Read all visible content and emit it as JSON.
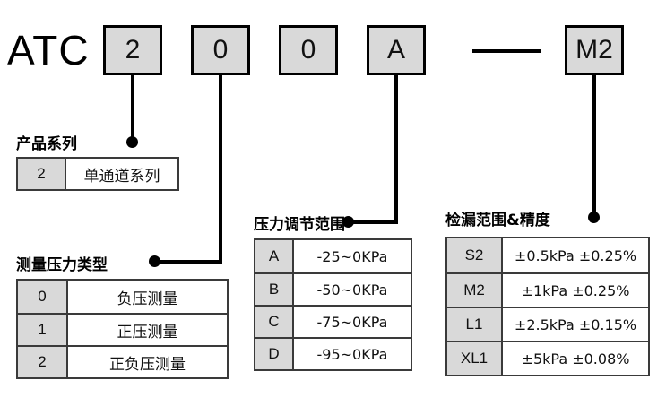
{
  "model": {
    "prefix": "ATC",
    "boxes": [
      {
        "value": "2"
      },
      {
        "value": "0"
      },
      {
        "value": "0"
      },
      {
        "value": "A"
      },
      {
        "value": "M2"
      }
    ],
    "separator": "—"
  },
  "groups": [
    {
      "id": "series",
      "heading": "产品系列",
      "rows": [
        {
          "code": "2",
          "desc": "单通道系列"
        }
      ]
    },
    {
      "id": "pressure-type",
      "heading": "测量压力类型",
      "rows": [
        {
          "code": "0",
          "desc": "负压测量"
        },
        {
          "code": "1",
          "desc": "正压测量"
        },
        {
          "code": "2",
          "desc": "正负压测量"
        }
      ]
    },
    {
      "id": "adjust-range",
      "heading": "压力调节范围",
      "rows": [
        {
          "code": "A",
          "desc": "-25~0KPa"
        },
        {
          "code": "B",
          "desc": "-50~0KPa"
        },
        {
          "code": "C",
          "desc": "-75~0KPa"
        },
        {
          "code": "D",
          "desc": "-95~0KPa"
        }
      ]
    },
    {
      "id": "leak-range",
      "heading": "检漏范围&精度",
      "rows": [
        {
          "code": "S2",
          "desc": "±0.5kPa ±0.25%"
        },
        {
          "code": "M2",
          "desc": "±1kPa ±0.25%"
        },
        {
          "code": "L1",
          "desc": "±2.5kPa ±0.15%"
        },
        {
          "code": "XL1",
          "desc": "±5kPa ±0.08%"
        }
      ]
    }
  ],
  "colors": {
    "box_fill": "#d9d9d9",
    "box_border": "#000000",
    "table_border": "#3a3a3a",
    "text": "#111111",
    "background": "#ffffff"
  }
}
